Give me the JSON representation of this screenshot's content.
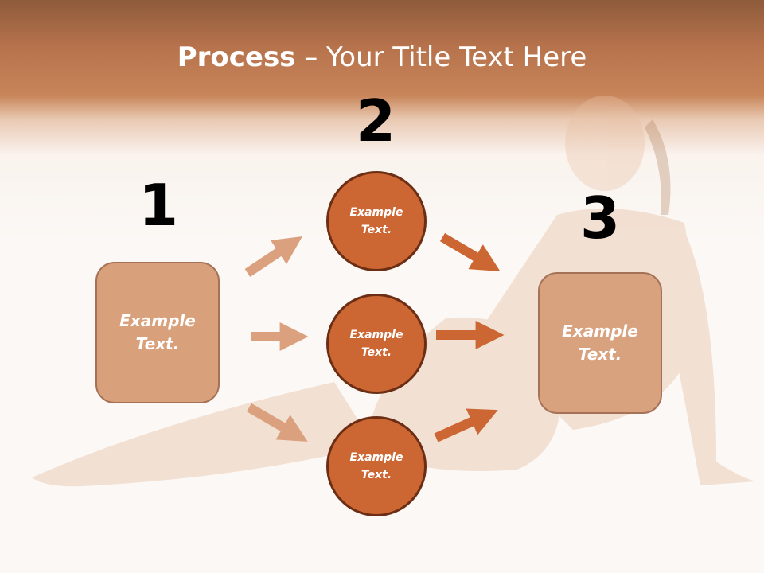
{
  "title": {
    "bold": "Process",
    "rest": " – Your Title Text Here"
  },
  "steps": {
    "one": "1",
    "two": "2",
    "three": "3"
  },
  "left_box": {
    "line1": "Example",
    "line2": "Text."
  },
  "circles": [
    {
      "line1": "Example",
      "line2": "Text."
    },
    {
      "line1": "Example",
      "line2": "Text."
    },
    {
      "line1": "Example",
      "line2": "Text."
    }
  ],
  "right_box": {
    "line1": "Example",
    "line2": "Text."
  },
  "colors": {
    "light_arrow": "#dba07d",
    "dark_arrow": "#cc6633",
    "circle": "#cc6633",
    "box": "#d9a07c"
  }
}
